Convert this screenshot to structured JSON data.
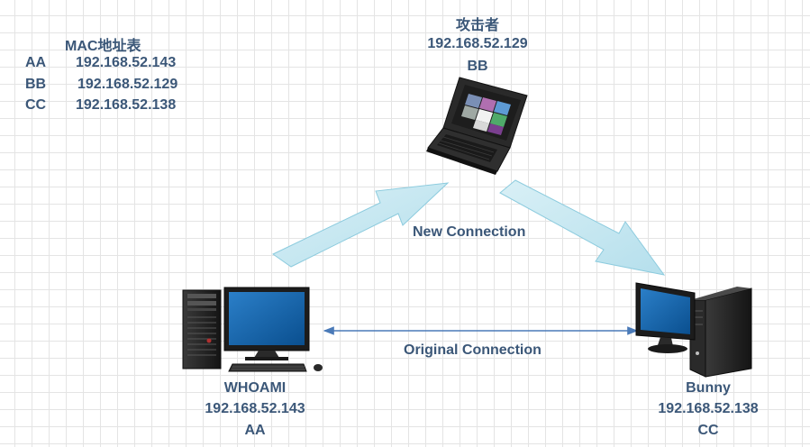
{
  "mac_table": {
    "title": "MAC地址表",
    "rows": [
      {
        "key": "AA",
        "ip": "192.168.52.143"
      },
      {
        "key": "BB",
        "ip": "192.168.52.129"
      },
      {
        "key": "CC",
        "ip": "192.168.52.138"
      }
    ]
  },
  "attacker": {
    "title": "攻击者",
    "ip": "192.168.52.129",
    "mac": "BB"
  },
  "whoami": {
    "name": "WHOAMI",
    "ip": "192.168.52.143",
    "mac": "AA"
  },
  "bunny": {
    "name": "Bunny",
    "ip": "192.168.52.138",
    "mac": "CC"
  },
  "connections": {
    "new": "New Connection",
    "original": "Original Connection"
  },
  "colors": {
    "text": "#3b5778",
    "arrow_fill": "#bfe4ee",
    "arrow_stroke": "#8ccbde",
    "line": "#4a7ab8"
  }
}
